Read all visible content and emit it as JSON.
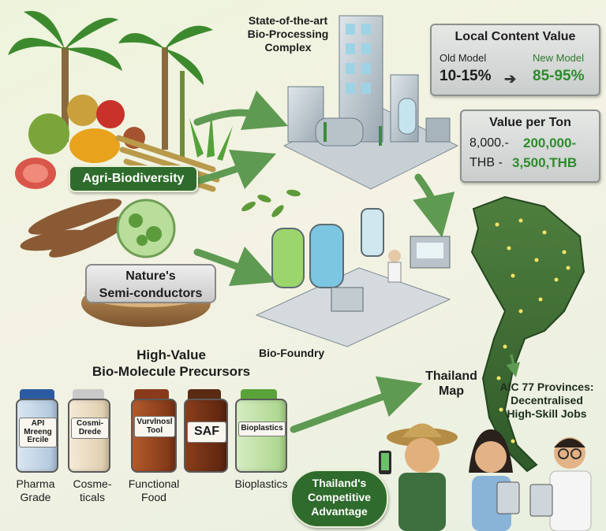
{
  "labels": {
    "bio_processing": "State-of-the-art\nBio-Processing\nComplex",
    "agri_biodiversity": "Agri-Biodiversity",
    "natures_semiconductors": "Nature's\nSemi-conductors",
    "precursors_title": "High-Value\nBio-Molecule Precursors",
    "bio_foundry": "Bio-Foundry",
    "thailand_map": "Thailand\nMap",
    "aic_provinces": "AIC 77 Provinces:\nDecentralised\nHigh-Skill Jobs",
    "competitive_advantage": "Thailand's\nCompetitive\nAdvantage"
  },
  "local_content": {
    "title": "Local Content Value",
    "old_label": "Old Model",
    "new_label": "New Model",
    "old_value": "10-15%",
    "new_value": "85-95%"
  },
  "value_per_ton": {
    "title": "Value per Ton",
    "line1_left": "8,000.-",
    "line1_right": "200,000-",
    "line2_left": "THB -",
    "line2_right": "3,500,THB"
  },
  "products": [
    {
      "jar_text": "API\nMreeng\nErcile",
      "caption": "Pharma\nGrade"
    },
    {
      "jar_text": "Cosmi-\nDrede",
      "caption": "Cosme-\nticals"
    },
    {
      "jar_text": "Vurvlnosl\nTool",
      "caption": "Functional\nFood"
    },
    {
      "jar_text": "SAF",
      "caption": ""
    },
    {
      "jar_text": "Bioplastics",
      "caption": "Bioplastics"
    }
  ],
  "colors": {
    "green_dark": "#2f6b2c",
    "green_value": "#2e8b2e",
    "arrow_green": "#5f9a52",
    "panel_border": "#8b918e"
  }
}
